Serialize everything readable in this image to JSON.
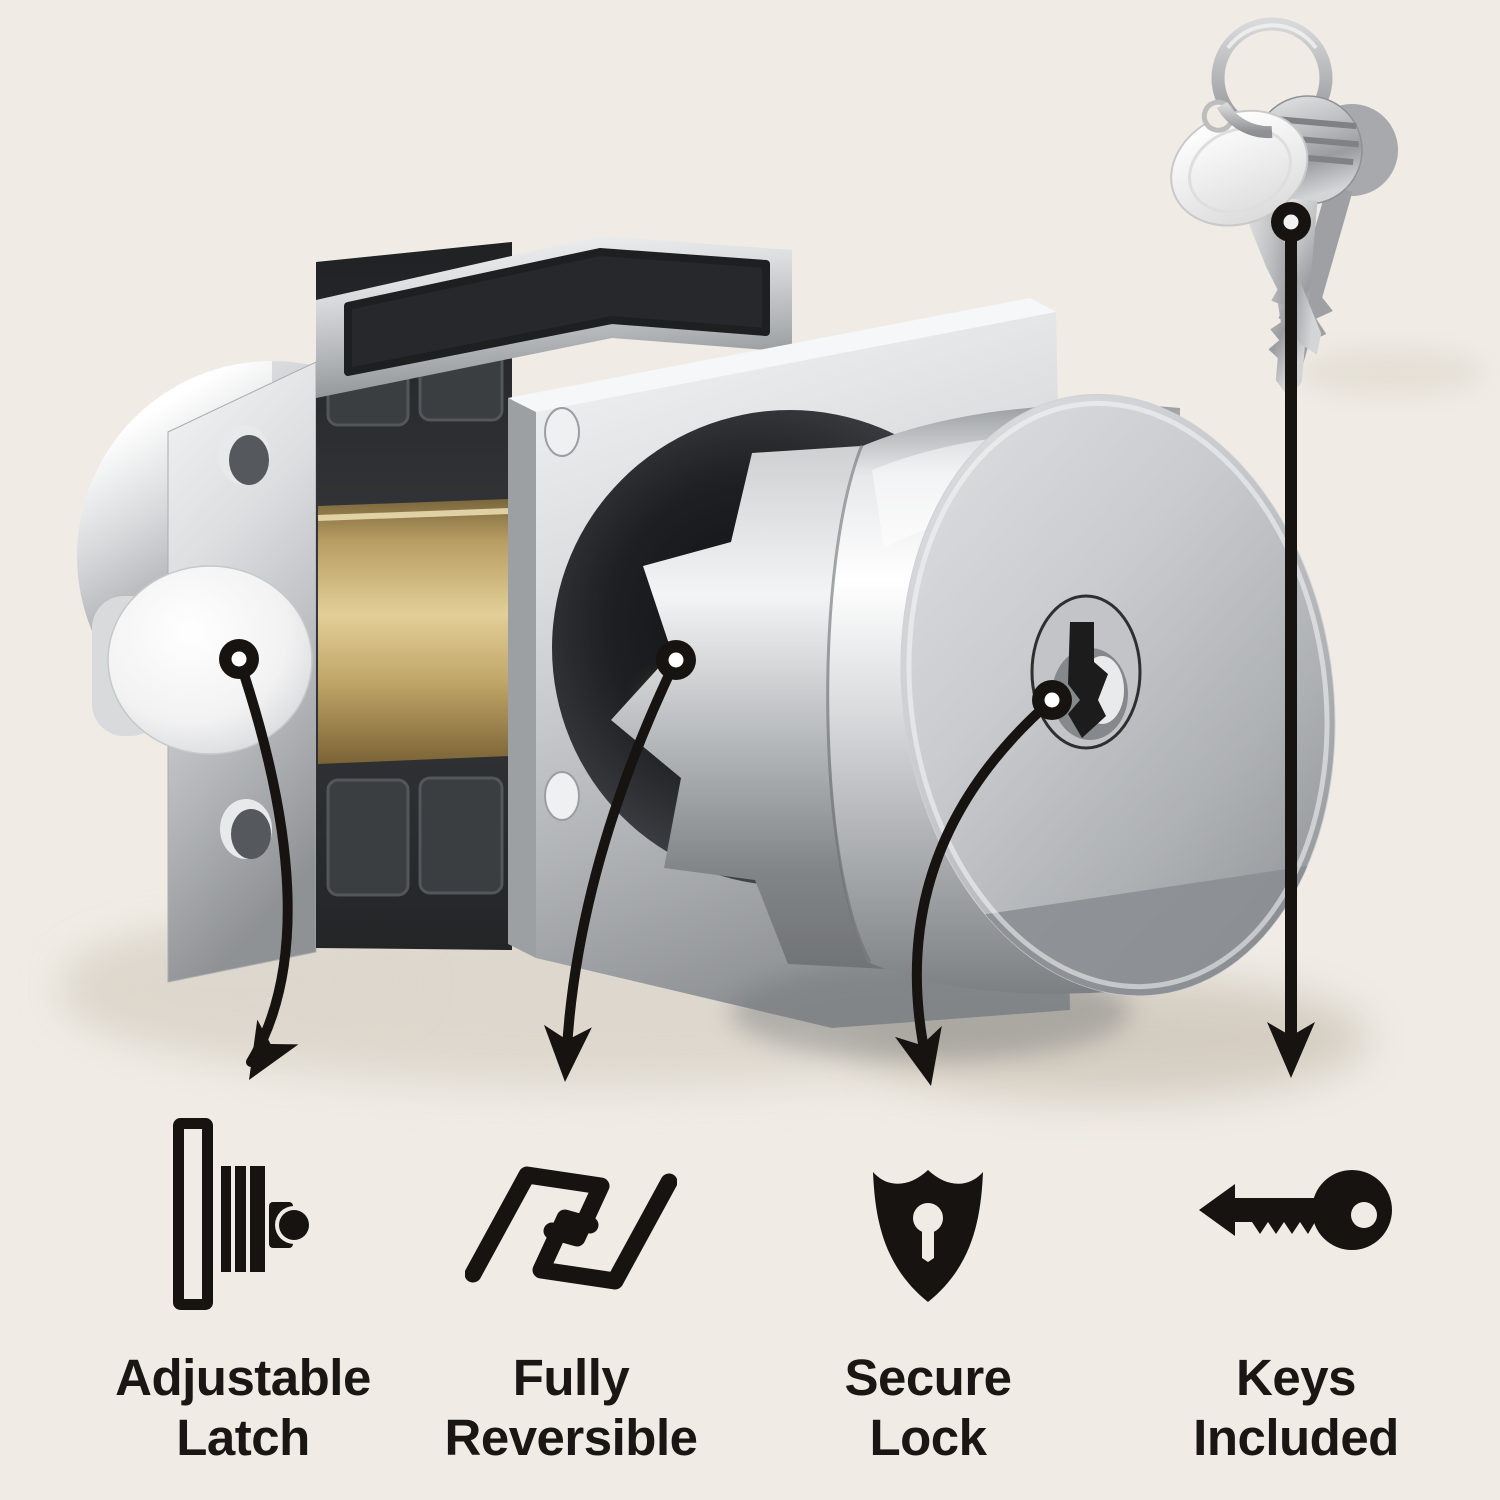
{
  "page": {
    "type": "product-feature-infographic",
    "background_color": "#f0ece5",
    "ink_color": "#171310"
  },
  "product": {
    "finish_colors": {
      "chrome": "#c9cbce",
      "brass": "#c9ad6f",
      "dark_housing": "#303234"
    },
    "keys_count_shown": 3
  },
  "features": [
    {
      "id": "adjustable-latch",
      "icon": "adjustable-latch-icon",
      "line1": "Adjustable",
      "line2": "Latch"
    },
    {
      "id": "fully-reversible",
      "icon": "fully-reversible-icon",
      "line1": "Fully",
      "line2": "Reversible"
    },
    {
      "id": "secure-lock",
      "icon": "secure-lock-icon",
      "line1": "Secure",
      "line2": "Lock"
    },
    {
      "id": "keys-included",
      "icon": "keys-included-icon",
      "line1": "Keys",
      "line2": "Included"
    }
  ]
}
